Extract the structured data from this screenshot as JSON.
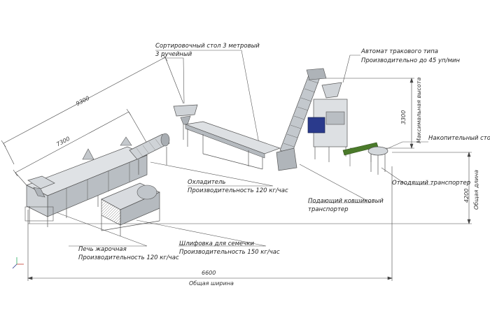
{
  "labels": {
    "sorting_table": "Сортировочный стол 3 метровый",
    "sorting_table_sub": "3 ручейный",
    "packing_machine": "Автомат тракового типа",
    "packing_machine_sub": "Производительно до 45 уп/мин",
    "storage_table": "Накопительный стол",
    "discharge_conveyor": "Отводящий транспортер",
    "cooler": "Охладитель",
    "cooler_sub": "Производительность 120 кг/час",
    "bucket_conveyor": "Подающий ковшиковый",
    "bucket_conveyor_sub": "транспортер",
    "roasting_oven": "Печь жарочная",
    "roasting_oven_sub": "Производительность 120 кг/час",
    "seed_polisher": "Шлифовка для семечки",
    "seed_polisher_sub": "Производительность 150 кг/час"
  },
  "dimensions": {
    "length_9300": "9300",
    "length_7300": "7300",
    "max_height_value": "3300",
    "max_height_label": "Максимальная высота",
    "total_length_value": "4200",
    "total_length_label": "Общая длина",
    "total_width_value": "6600",
    "total_width_label": "Общая ширина"
  },
  "colors": {
    "line": "#5a5a5a",
    "metal": "#c8ccd0",
    "metal_dark": "#8a9096",
    "motor_blue": "#2a3a8c",
    "green": "#4a7a2a"
  }
}
